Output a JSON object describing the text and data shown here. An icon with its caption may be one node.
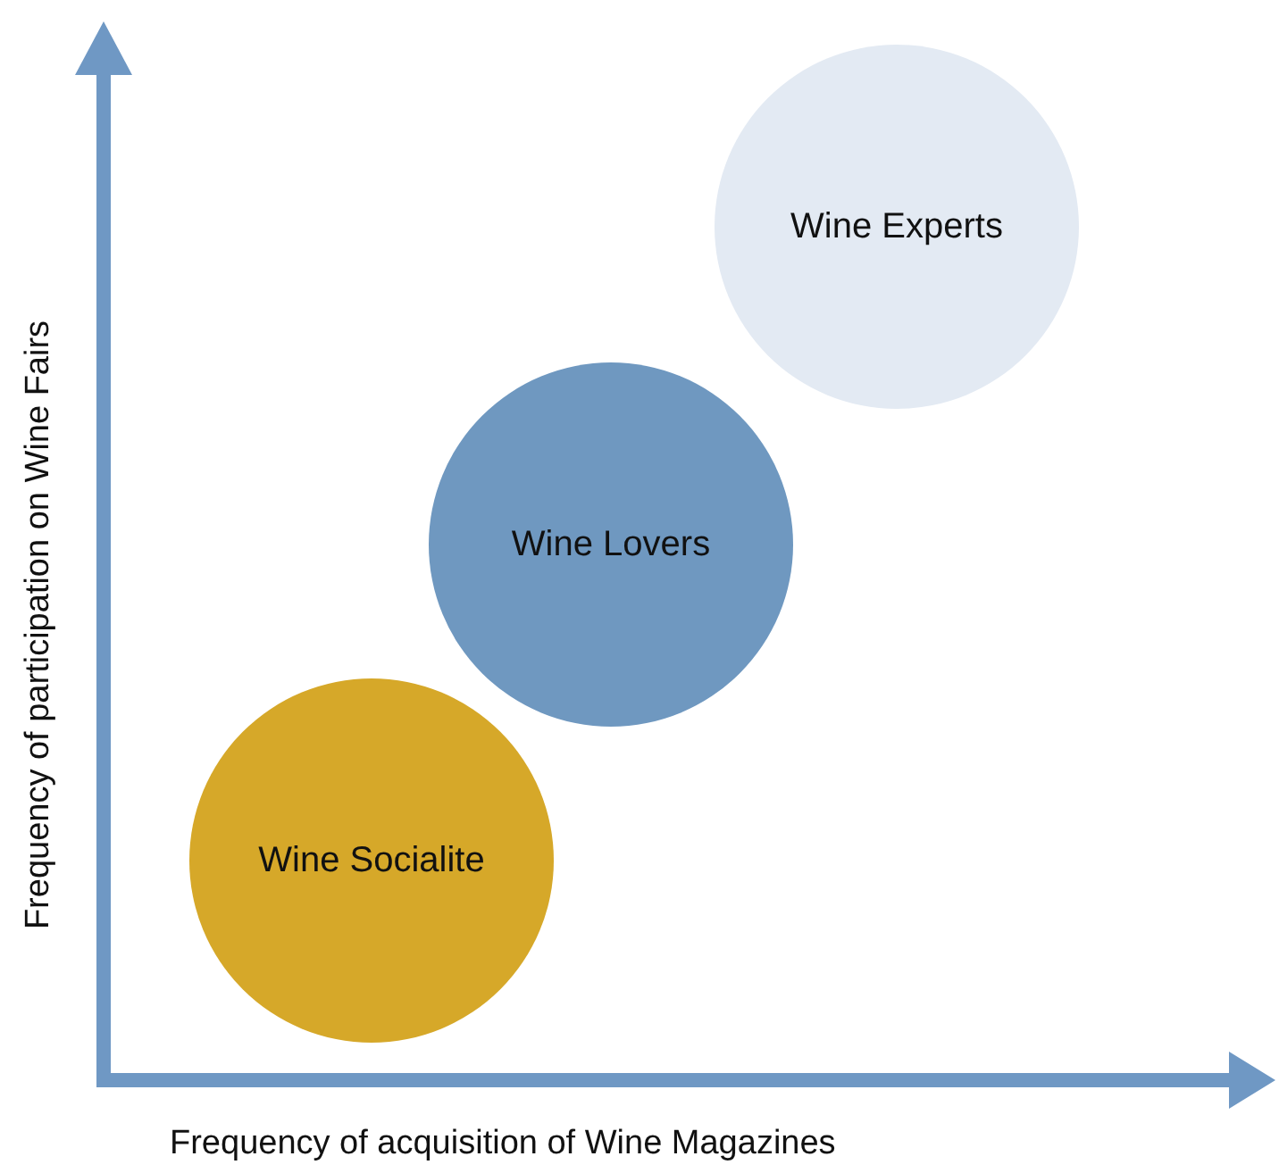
{
  "diagram": {
    "nodes": [
      {
        "text": [
          "Wine Experts"
        ]
      },
      {
        "text": [
          "Wine Lovers"
        ]
      },
      {
        "text": [
          "Wine Socialite"
        ]
      }
    ],
    "labels": [
      "Frequency of participation on Wine Fairs",
      "Frequency of acquisition of Wine Magazines"
    ]
  }
}
